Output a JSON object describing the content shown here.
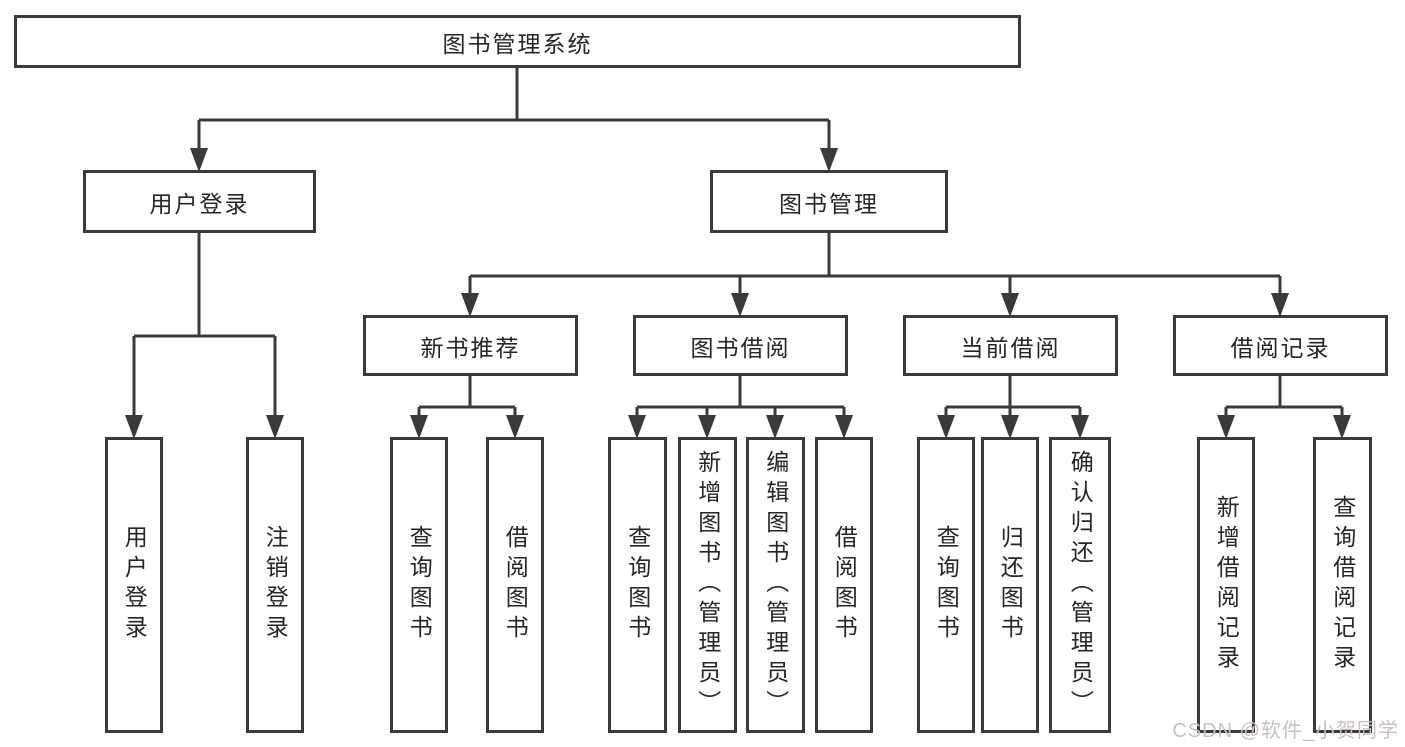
{
  "diagram": {
    "title": "图书管理系统",
    "branches": [
      {
        "label": "用户登录",
        "children": [
          "用户登录",
          "注销登录"
        ]
      },
      {
        "label": "图书管理",
        "children": [
          {
            "label": "新书推荐",
            "children": [
              "查询图书",
              "借阅图书"
            ]
          },
          {
            "label": "图书借阅",
            "children": [
              "查询图书",
              "新增图书（管理员）",
              "编辑图书（管理员）",
              "借阅图书"
            ]
          },
          {
            "label": "当前借阅",
            "children": [
              "查询图书",
              "归还图书",
              "确认归还（管理员）"
            ]
          },
          {
            "label": "借阅记录",
            "children": [
              "新增借阅记录",
              "查询借阅记录"
            ]
          }
        ]
      }
    ]
  },
  "watermark": {
    "text": "CSDN @软件_小贺同学"
  },
  "colors": {
    "line": "#3a3a3a",
    "border": "#3a3a3a",
    "text": "#262626",
    "watermark": "#c9c0c0",
    "background": "#ffffff"
  }
}
